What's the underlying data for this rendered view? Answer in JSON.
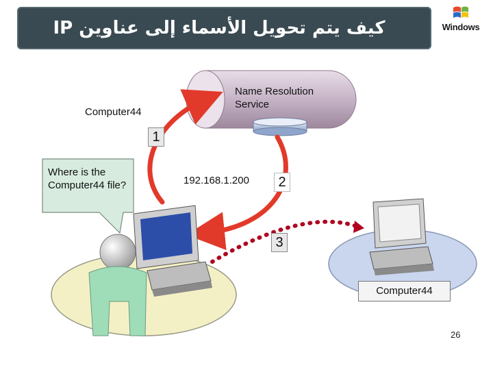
{
  "title": "كيف يتم تحويل الأسماء إلى عناوين IP",
  "logo": {
    "text": "Windows",
    "icon": "windows-flag-icon"
  },
  "server": {
    "label": "Name Resolution Service"
  },
  "labels": {
    "computer_top": "Computer44",
    "ip_address": "192.168.1.200",
    "computer_right": "Computer44"
  },
  "bubble": {
    "text": "Where is the Computer44 file?"
  },
  "steps": [
    "1",
    "2",
    "3"
  ],
  "page_number": "26",
  "colors": {
    "title_bg": "#3a4a52",
    "arrow": "#e23a2a",
    "dotted": "#b00020",
    "disk_left": "#f4f0c6",
    "disk_right": "#c9d6ee",
    "server": "#c6b4c6"
  }
}
